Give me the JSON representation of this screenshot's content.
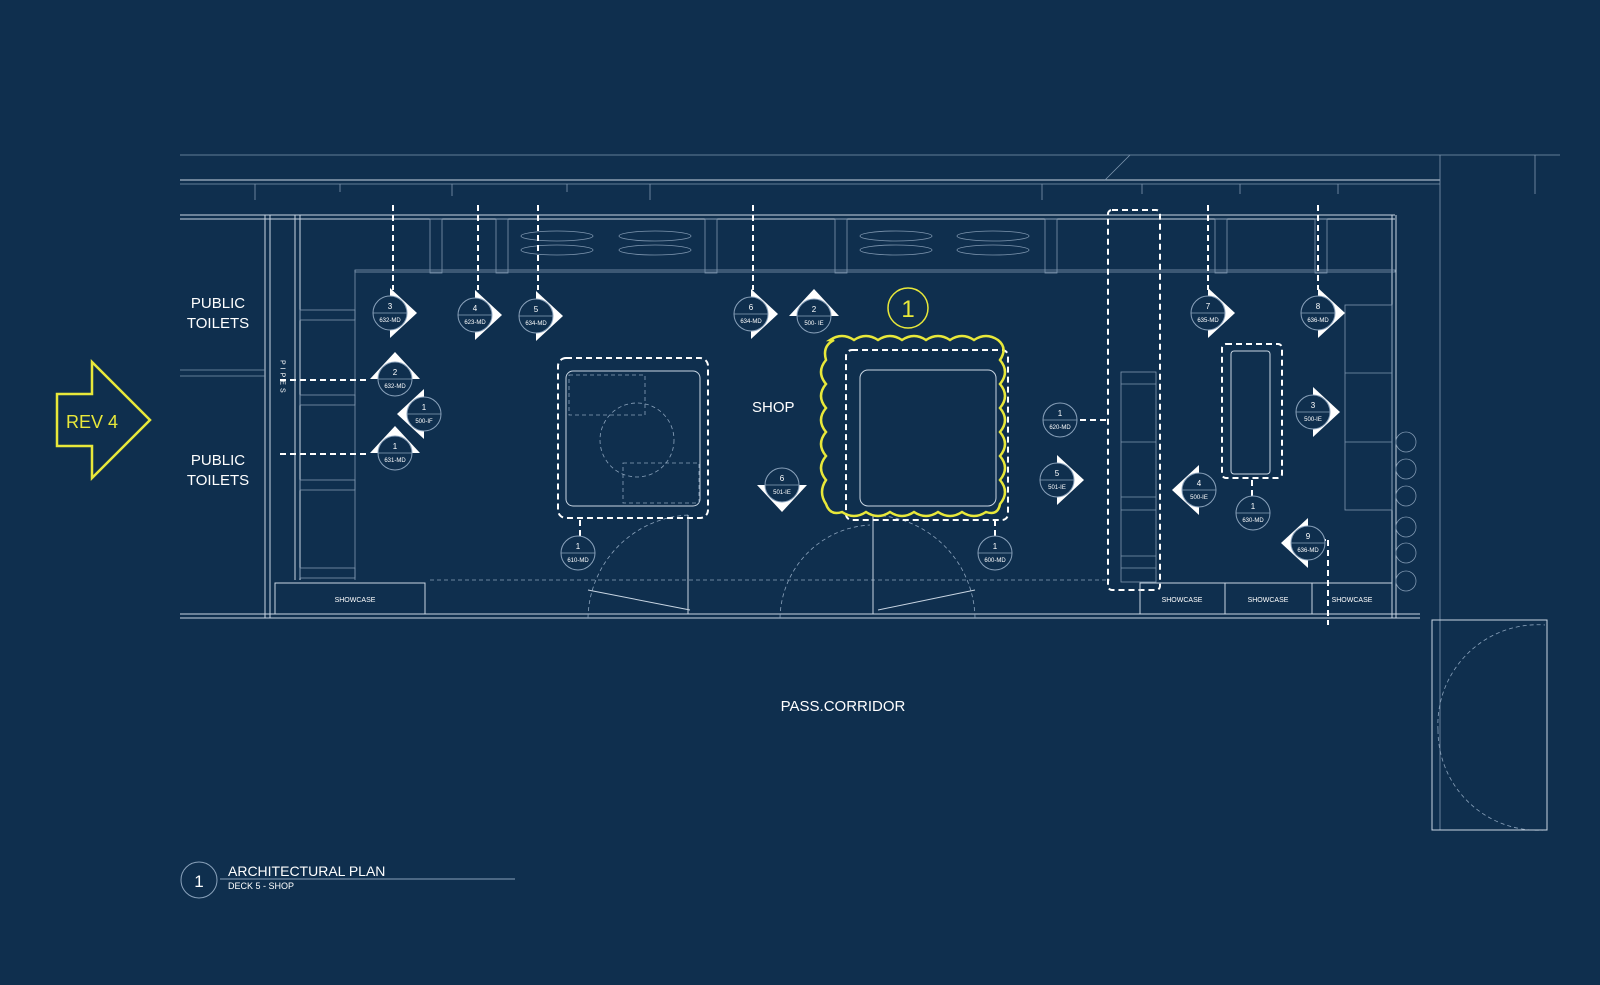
{
  "labels": {
    "public_toilets_1": [
      "PUBLIC",
      "TOILETS"
    ],
    "public_toilets_2": [
      "PUBLIC",
      "TOILETS"
    ],
    "pipes": "PIPES",
    "shop": "SHOP",
    "corridor": "PASS.CORRIDOR",
    "showcases": [
      "SHOWCASE",
      "SHOWCASE",
      "SHOWCASE",
      "SHOWCASE"
    ]
  },
  "revision": {
    "arrow_label": "REV 4",
    "cloud_tag": "1",
    "color": "#e8e83a"
  },
  "title_block": {
    "number": "1",
    "title": "ARCHITECTURAL PLAN",
    "subtitle": "DECK 5 - SHOP"
  },
  "markers": [
    {
      "num": "3",
      "ref": "632-MD",
      "dir": "right"
    },
    {
      "num": "4",
      "ref": "623-MD",
      "dir": "right"
    },
    {
      "num": "5",
      "ref": "634-MD",
      "dir": "right"
    },
    {
      "num": "6",
      "ref": "634-MD",
      "dir": "right"
    },
    {
      "num": "2",
      "ref": "500- IE",
      "dir": "up"
    },
    {
      "num": "2",
      "ref": "632-MD",
      "dir": "up"
    },
    {
      "num": "1",
      "ref": "500-IF",
      "dir": "left"
    },
    {
      "num": "1",
      "ref": "631-MD",
      "dir": "up"
    },
    {
      "num": "6",
      "ref": "501-IE",
      "dir": "down"
    },
    {
      "num": "1",
      "ref": "610-MD",
      "dir": "none"
    },
    {
      "num": "1",
      "ref": "600-MD",
      "dir": "none"
    },
    {
      "num": "1",
      "ref": "620-MD",
      "dir": "none"
    },
    {
      "num": "5",
      "ref": "501-IE",
      "dir": "right"
    },
    {
      "num": "7",
      "ref": "635-MD",
      "dir": "right"
    },
    {
      "num": "8",
      "ref": "636-MD",
      "dir": "right"
    },
    {
      "num": "3",
      "ref": "500-IE",
      "dir": "right"
    },
    {
      "num": "4",
      "ref": "500-IE",
      "dir": "left"
    },
    {
      "num": "1",
      "ref": "630-MD",
      "dir": "none"
    },
    {
      "num": "9",
      "ref": "636-MD",
      "dir": "left"
    }
  ],
  "colors": {
    "background": "#0f2f4e",
    "line": "#c9d6e3",
    "revision": "#e8e83a"
  }
}
